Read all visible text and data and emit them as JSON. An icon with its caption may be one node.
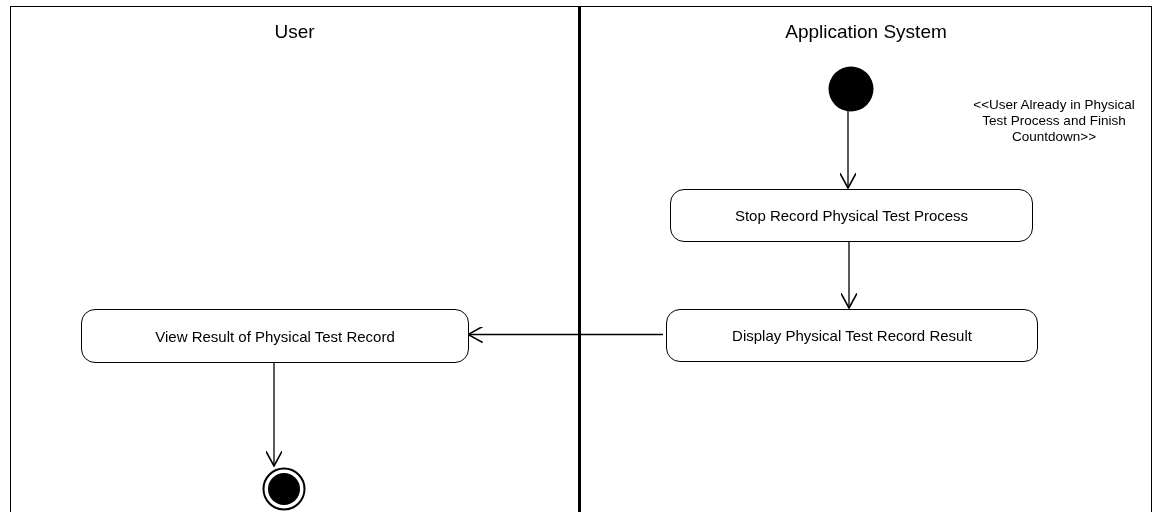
{
  "diagram": {
    "nodes": [
      {
        "text": [
          "User"
        ]
      },
      {
        "text": [
          "Application System"
        ]
      },
      {
        "text": [],
        "shape": "circle",
        "in": 1
      },
      {
        "text": [
          "Stop Record Physical Test Process"
        ],
        "in": 1
      },
      {
        "text": [
          "Display Physical Test Record Result"
        ],
        "in": 1
      },
      {
        "text": [
          "View Result of Physical Test Record"
        ],
        "in": 0
      },
      {
        "text": [],
        "shape": "bullseye",
        "in": 0
      }
    ],
    "edges": [
      {
        "from": 2,
        "to": 3,
        "arrow": "to"
      },
      {
        "from": 3,
        "to": 4,
        "arrow": "to"
      },
      {
        "from": 4,
        "to": 5,
        "arrow": "to"
      },
      {
        "from": 5,
        "to": 6,
        "arrow": "to"
      }
    ],
    "labels": [
      "<<User Already in Physical Test Process and Finish Countdown>>"
    ]
  }
}
